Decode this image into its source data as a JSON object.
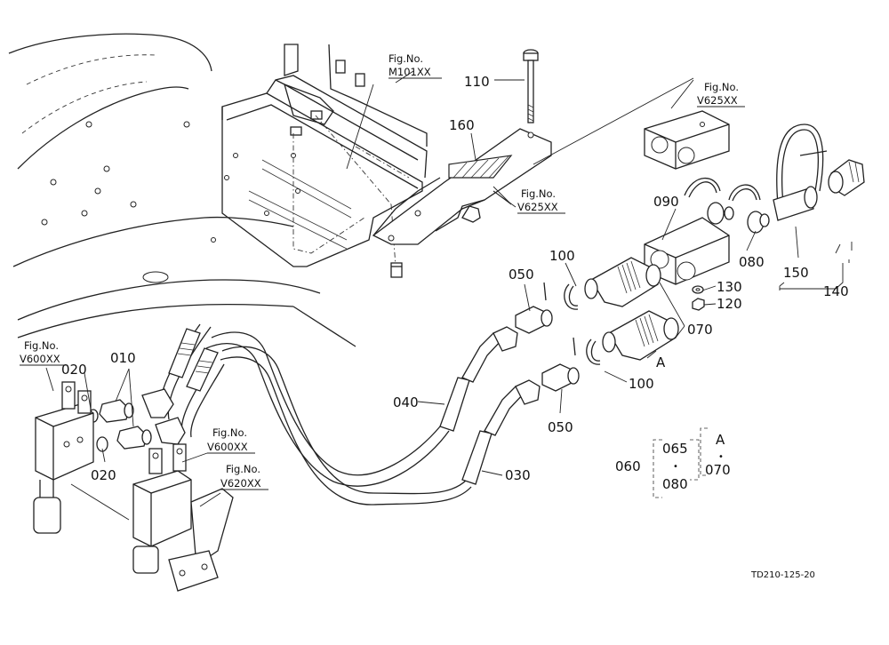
{
  "figure_refs": [
    {
      "id": "ref-m101",
      "line1": "Fig.No.",
      "line2": "M101XX"
    },
    {
      "id": "ref-v625-top",
      "line1": "Fig.No.",
      "line2": "V625XX"
    },
    {
      "id": "ref-v625-mid",
      "line1": "Fig.No.",
      "line2": "V625XX"
    },
    {
      "id": "ref-v600-left",
      "line1": "Fig.No.",
      "line2": "V600XX"
    },
    {
      "id": "ref-v600-mid",
      "line1": "Fig.No.",
      "line2": "V600XX"
    },
    {
      "id": "ref-v620",
      "line1": "Fig.No.",
      "line2": "V620XX"
    }
  ],
  "part_labels": {
    "p110": "110",
    "p160": "160",
    "p090": "090",
    "p100a": "100",
    "p050a": "050",
    "p080": "080",
    "p150": "150",
    "p140": "140",
    "p130": "130",
    "p120": "120",
    "p070": "070",
    "pA": "A",
    "p040": "040",
    "p100b": "100",
    "p050b": "050",
    "p030": "030",
    "p020a": "020",
    "p010": "010",
    "p020b": "020"
  },
  "legend": {
    "l060": "060",
    "l065": "065",
    "ldot1": "•",
    "l080": "080",
    "lA": "A",
    "ldot2": "•",
    "l070": "070"
  },
  "drawing_code": "TD210-125-20"
}
